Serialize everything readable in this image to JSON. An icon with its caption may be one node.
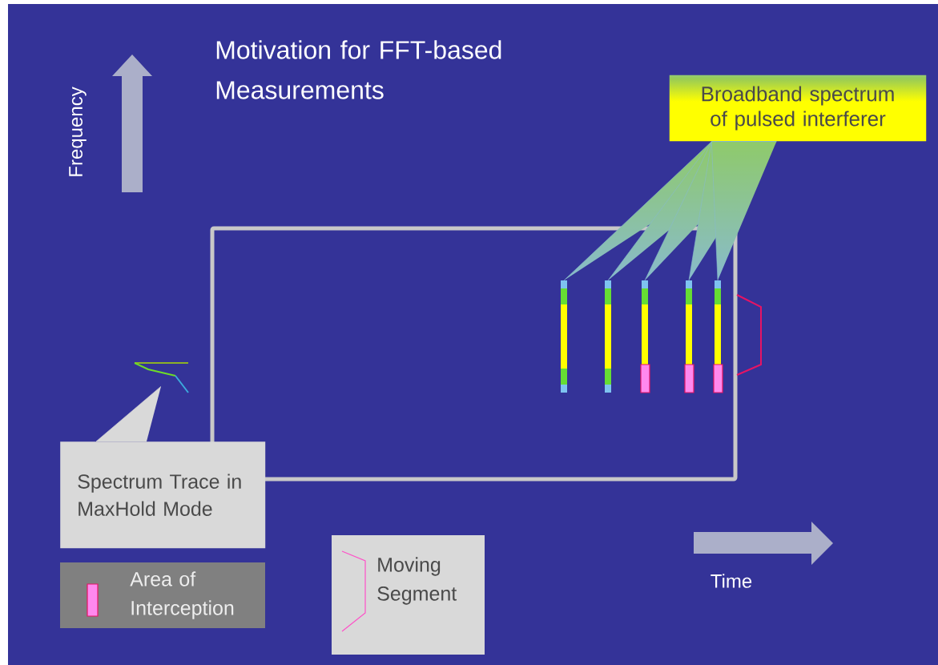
{
  "diagram": {
    "title": "Motivation for FFT-based Measurements",
    "nodes": [
      {
        "text": [
          "Broadband spectrum of pulsed interferer"
        ]
      },
      {
        "text": [],
        "shape": "bar"
      },
      {
        "text": [],
        "shape": "bar"
      },
      {
        "text": [],
        "shape": "bar"
      },
      {
        "text": [],
        "shape": "bar"
      },
      {
        "text": [],
        "shape": "bar"
      },
      {
        "text": [],
        "shape": "picture"
      },
      {
        "text": [
          "Spectrum Trace in MaxHold Mode"
        ]
      }
    ],
    "edges": [
      {
        "from": 0,
        "to": 1,
        "arrow": "none"
      },
      {
        "from": 0,
        "to": 2,
        "arrow": "none"
      },
      {
        "from": 0,
        "to": 3,
        "arrow": "none"
      },
      {
        "from": 0,
        "to": 4,
        "arrow": "none"
      },
      {
        "from": 0,
        "to": 5,
        "arrow": "none"
      },
      {
        "from": 7,
        "to": 6,
        "arrow": "none"
      }
    ],
    "labels": [
      "Frequency",
      "Time"
    ],
    "legend": [
      {
        "text": "Area of Interception",
        "color": "#ff88ee"
      },
      {
        "text": "Moving Segment"
      }
    ]
  }
}
